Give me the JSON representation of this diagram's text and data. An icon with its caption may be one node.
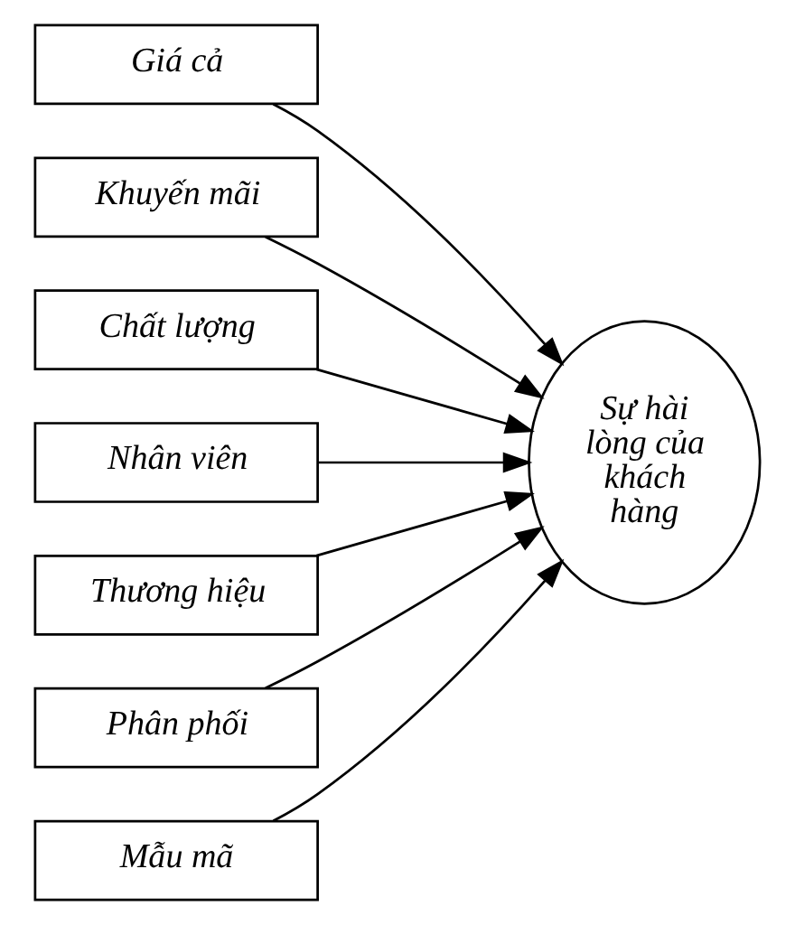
{
  "diagram": {
    "nodes": [
      {
        "text": [
          "Giá cả"
        ]
      },
      {
        "text": [
          "Khuyến mãi"
        ]
      },
      {
        "text": [
          "Chất lượng"
        ]
      },
      {
        "text": [
          "Nhân viên"
        ]
      },
      {
        "text": [
          "Thương hiệu"
        ]
      },
      {
        "text": [
          "Phân phối"
        ]
      },
      {
        "text": [
          "Mẫu mã"
        ]
      },
      {
        "text": [
          "Sự hài lòng của khách hàng"
        ]
      }
    ],
    "edges": [
      {
        "from": 0,
        "to": 7,
        "arrow": "to"
      },
      {
        "from": 1,
        "to": 7,
        "arrow": "to"
      },
      {
        "from": 2,
        "to": 7,
        "arrow": "to"
      },
      {
        "from": 3,
        "to": 7,
        "arrow": "to"
      },
      {
        "from": 4,
        "to": 7,
        "arrow": "to"
      },
      {
        "from": 5,
        "to": 7,
        "arrow": "to"
      },
      {
        "from": 6,
        "to": 7,
        "arrow": "to"
      }
    ]
  }
}
